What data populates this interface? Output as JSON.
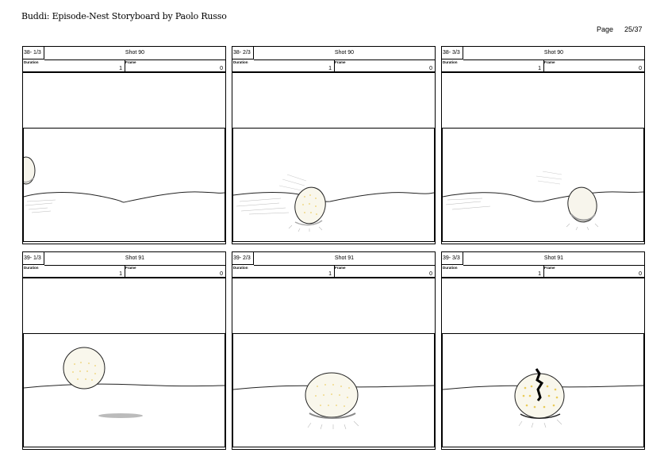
{
  "document": {
    "title": "Buddi: Episode-Nest Storyboard by Paolo Russo",
    "page_label": "Page",
    "page_number": "25/37"
  },
  "panels": [
    {
      "id": "38- 1/3",
      "shot": "Shot 90",
      "duration_label": "Duration",
      "duration": "1",
      "frame_label": "Frame",
      "frame": "0"
    },
    {
      "id": "38- 2/3",
      "shot": "Shot 90",
      "duration_label": "Duration",
      "duration": "1",
      "frame_label": "Frame",
      "frame": "0"
    },
    {
      "id": "38- 3/3",
      "shot": "Shot 90",
      "duration_label": "Duration",
      "duration": "1",
      "frame_label": "Frame",
      "frame": "0"
    },
    {
      "id": "39- 1/3",
      "shot": "Shot 91",
      "duration_label": "Duration",
      "duration": "1",
      "frame_label": "Frame",
      "frame": "0"
    },
    {
      "id": "39- 2/3",
      "shot": "Shot 91",
      "duration_label": "Duration",
      "duration": "1",
      "frame_label": "Frame",
      "frame": "0"
    },
    {
      "id": "39- 3/3",
      "shot": "Shot 91",
      "duration_label": "Duration",
      "duration": "1",
      "frame_label": "Frame",
      "frame": "0"
    }
  ]
}
